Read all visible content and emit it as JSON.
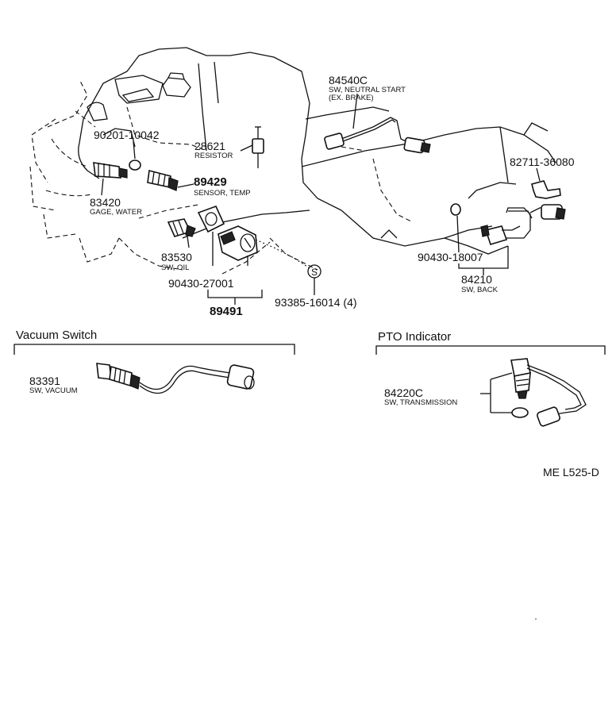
{
  "parts": {
    "p84540c": {
      "number": "84540C",
      "desc1": "SW, NEUTRAL START",
      "desc2": "(EX. BRAKE)"
    },
    "p90201": {
      "number": "90201-10042"
    },
    "p28621": {
      "number": "28621",
      "desc": "RESISTOR"
    },
    "p82711": {
      "number": "82711-36080"
    },
    "p89429": {
      "number": "89429",
      "desc": "SENSOR, TEMP"
    },
    "p83420": {
      "number": "83420",
      "desc": "GAGE, WATER"
    },
    "p83530": {
      "number": "83530",
      "desc": "SW, OIL"
    },
    "p90430_27001": {
      "number": "90430-27001"
    },
    "p89491": {
      "number": "89491"
    },
    "p93385": {
      "number": "93385-16014 (4)",
      "symbol": "S"
    },
    "p90430_18007": {
      "number": "90430-18007"
    },
    "p84210": {
      "number": "84210",
      "desc": "SW, BACK"
    },
    "p83391": {
      "number": "83391",
      "desc": "SW, VACUUM"
    },
    "p84220c": {
      "number": "84220C",
      "desc": "SW, TRANSMISSION"
    }
  },
  "sections": {
    "vacuum": {
      "title": "Vacuum Switch"
    },
    "pto": {
      "title": "PTO Indicator"
    }
  },
  "diagram_code": "ME L525-D"
}
